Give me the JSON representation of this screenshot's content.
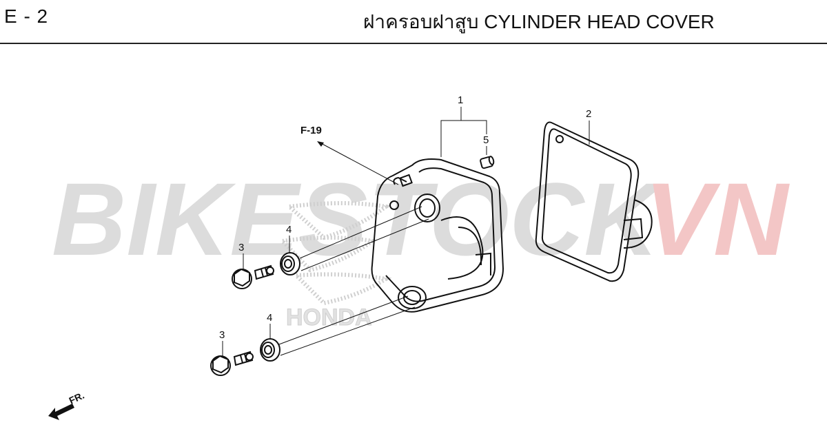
{
  "header": {
    "page_code": "E - 2",
    "title": "ฝาครอบฝาสูบ  CYLINDER HEAD COVER"
  },
  "watermark": {
    "part_1": "BIKESTOCK",
    "part_2": "VN",
    "color_gray": "#d9d9d9",
    "color_red": "#f2c3c3"
  },
  "background_logo": "HONDA",
  "reference": "F-19",
  "direction_label": "FR.",
  "callouts": {
    "c1": "1",
    "c2": "2",
    "c3a": "3",
    "c3b": "3",
    "c4a": "4",
    "c4b": "4",
    "c5": "5"
  }
}
